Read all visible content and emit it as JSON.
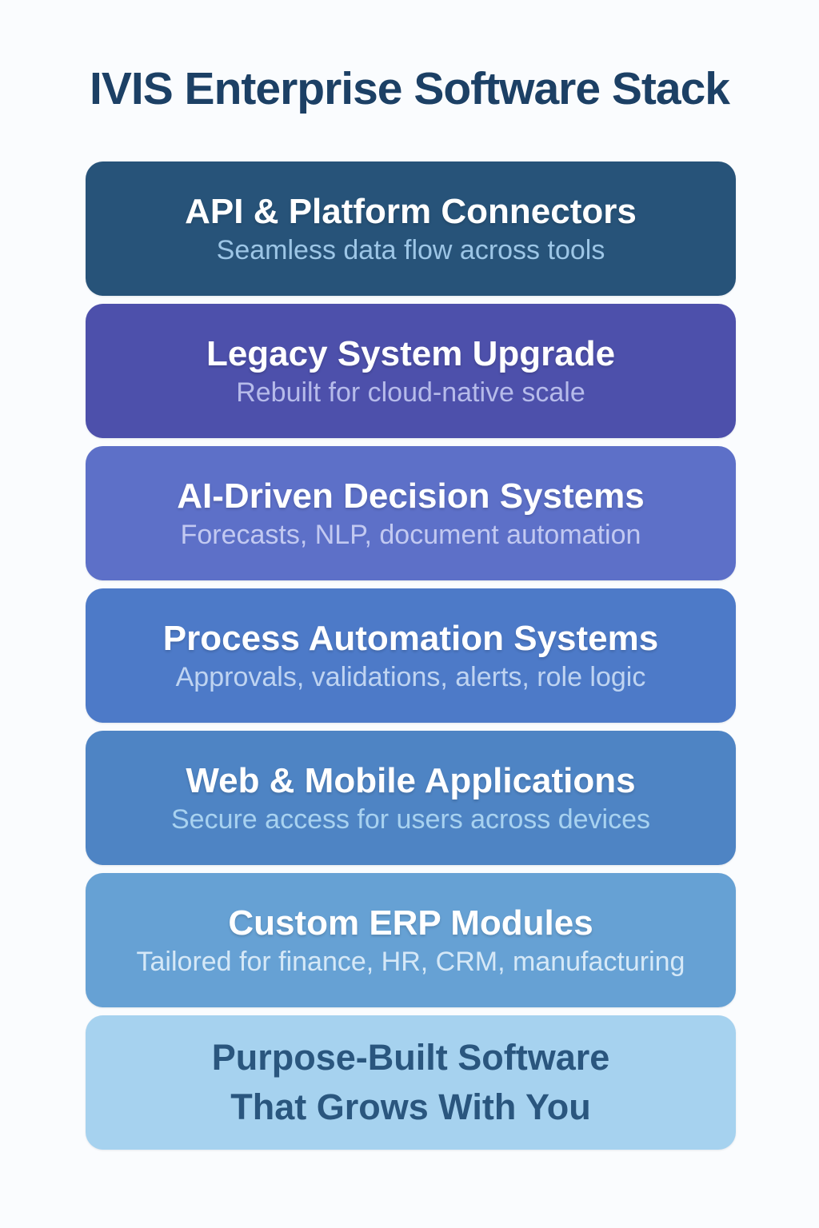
{
  "page": {
    "title": "IVIS Enterprise Software Stack",
    "background_color": "#fafcfe",
    "title_color": "#1c4065"
  },
  "stack": {
    "layers": [
      {
        "title": "API & Platform Connectors",
        "subtitle": "Seamless data flow across tools",
        "bg": "#275379",
        "title_color": "#ffffff",
        "subtitle_color": "#9dc6e6"
      },
      {
        "title": "Legacy System Upgrade",
        "subtitle": "Rebuilt for cloud-native scale",
        "bg": "#4d50ab",
        "title_color": "#ffffff",
        "subtitle_color": "#b6bbea"
      },
      {
        "title": "AI-Driven Decision Systems",
        "subtitle": "Forecasts, NLP, document automation",
        "bg": "#5d70c8",
        "title_color": "#ffffff",
        "subtitle_color": "#c2c9f1"
      },
      {
        "title": "Process Automation Systems",
        "subtitle": "Approvals, validations, alerts, role logic",
        "bg": "#4d7ac8",
        "title_color": "#ffffff",
        "subtitle_color": "#bfd4f1"
      },
      {
        "title": "Web & Mobile Applications",
        "subtitle": "Secure access for users across devices",
        "bg": "#4e84c4",
        "title_color": "#ffffff",
        "subtitle_color": "#a8d2f0"
      },
      {
        "title": "Custom ERP Modules",
        "subtitle": "Tailored for finance, HR, CRM, manufacturing",
        "bg": "#66a1d4",
        "title_color": "#ffffff",
        "subtitle_color": "#d5e8f7"
      }
    ],
    "base": {
      "title_line1": "Purpose-Built Software",
      "title_line2": "That Grows With You",
      "bg": "#a6d2ef",
      "text_color": "#2a567e"
    }
  }
}
